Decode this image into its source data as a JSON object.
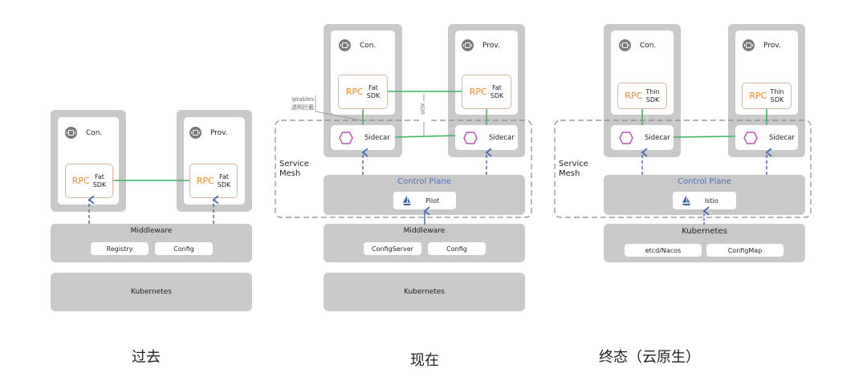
{
  "colors": {
    "panel_gray": "#c9c9c9",
    "rpc_orange": "#f08a24",
    "rpc_border": "#d7b79f",
    "link_green": "#3cb55e",
    "control_blue": "#4a6fb5",
    "sidecar_purple": "#c050b8",
    "dashed_gray": "#888888"
  },
  "columns": [
    {
      "caption": "过去",
      "consumer": {
        "icon": "cpu-icon",
        "label": "Con.",
        "rpc": "RPC",
        "sdk_line1": "Fat",
        "sdk_line2": "SDK"
      },
      "provider": {
        "icon": "cpu-icon",
        "label": "Prov.",
        "rpc": "RPC",
        "sdk_line1": "Fat",
        "sdk_line2": "SDK"
      },
      "middleware": {
        "title": "Middleware",
        "items": [
          "Registry",
          "Config"
        ]
      },
      "platform": {
        "title": "Kubernetes"
      }
    },
    {
      "caption": "现在",
      "consumer": {
        "icon": "cpu-icon",
        "label": "Con.",
        "rpc": "RPC",
        "sdk_line1": "Fat",
        "sdk_line2": "SDK"
      },
      "provider": {
        "icon": "cpu-icon",
        "label": "Prov.",
        "rpc": "RPC",
        "sdk_line1": "Fat",
        "sdk_line2": "SDK"
      },
      "sidecar_label": "Sidecar",
      "iptables_note": {
        "line1": "iptables",
        "line2": "透明拦截"
      },
      "xor_label": "XOR",
      "mesh_label": {
        "line1": "Service",
        "line2": "Mesh"
      },
      "control_plane": {
        "title": "Control Plane",
        "component": "Pilot",
        "icon": "sailboat-icon"
      },
      "middleware": {
        "title": "Middleware",
        "items": [
          "ConfigServer",
          "Config"
        ]
      },
      "platform": {
        "title": "Kubernetes"
      }
    },
    {
      "caption": "终态（云原生）",
      "consumer": {
        "icon": "cpu-icon",
        "label": "Con.",
        "rpc": "RPC",
        "sdk_line1": "Thin",
        "sdk_line2": "SDK"
      },
      "provider": {
        "icon": "cpu-icon",
        "label": "Prov.",
        "rpc": "RPC",
        "sdk_line1": "Thin",
        "sdk_line2": "SDK"
      },
      "sidecar_label": "Sidecar",
      "mesh_label": {
        "line1": "Service",
        "line2": "Mesh"
      },
      "control_plane": {
        "title": "Control Plane",
        "component": "Istio",
        "icon": "sailboat-icon"
      },
      "platform_layer": {
        "title": "Kubernetes",
        "items": [
          "etcd/Nacos",
          "ConfigMap"
        ]
      }
    }
  ]
}
